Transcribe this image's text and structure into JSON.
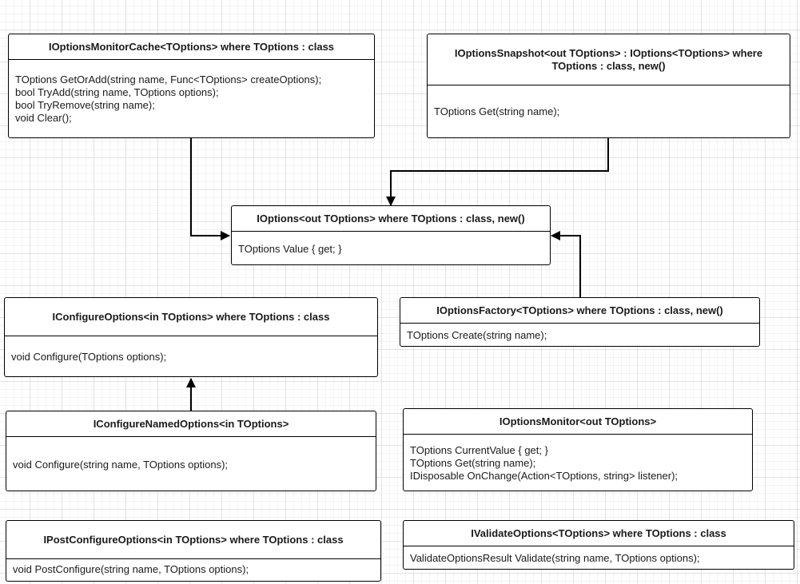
{
  "classes": {
    "monitor_cache": {
      "title": "IOptionsMonitorCache<TOptions> where TOptions : class",
      "members": [
        "TOptions GetOrAdd(string name, Func<TOptions> createOptions);",
        "bool TryAdd(string name, TOptions options);",
        "bool TryRemove(string name);",
        "void Clear();"
      ]
    },
    "snapshot": {
      "title": "IOptionsSnapshot<out TOptions> : IOptions<TOptions> where TOptions : class, new()",
      "members": [
        "TOptions Get(string name);"
      ]
    },
    "options": {
      "title": "IOptions<out TOptions> where TOptions : class, new()",
      "members": [
        "TOptions Value { get; }"
      ]
    },
    "configure_options": {
      "title": "IConfigureOptions<in TOptions> where TOptions : class",
      "members": [
        "void Configure(TOptions options);"
      ]
    },
    "factory": {
      "title": "IOptionsFactory<TOptions> where TOptions : class, new()",
      "members": [
        "TOptions Create(string name);"
      ]
    },
    "configure_named": {
      "title": "IConfigureNamedOptions<in TOptions>",
      "members": [
        "void Configure(string name, TOptions options);"
      ]
    },
    "monitor": {
      "title": "IOptionsMonitor<out TOptions>",
      "members": [
        "TOptions CurrentValue { get; }",
        "TOptions Get(string name);",
        "IDisposable OnChange(Action<TOptions, string> listener);"
      ]
    },
    "post_configure": {
      "title": "IPostConfigureOptions<in TOptions> where TOptions : class",
      "members": [
        "void PostConfigure(string name, TOptions options);"
      ]
    },
    "validate": {
      "title": "IValidateOptions<TOptions> where TOptions : class",
      "members": [
        "ValidateOptionsResult Validate(string name, TOptions options);"
      ]
    }
  },
  "connectors": [
    {
      "from": "monitor_cache",
      "to": "options"
    },
    {
      "from": "snapshot",
      "to": "options"
    },
    {
      "from": "factory",
      "to": "options"
    },
    {
      "from": "configure_named",
      "to": "configure_options"
    }
  ]
}
